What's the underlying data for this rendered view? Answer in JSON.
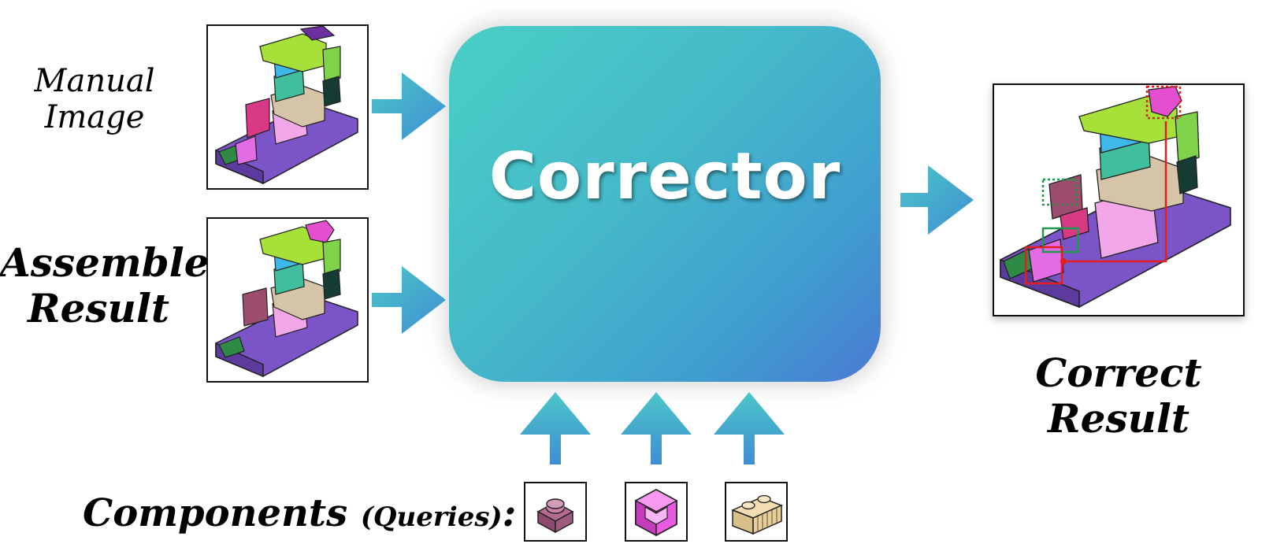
{
  "labels": {
    "manual_image": "Manual Image",
    "assemble_result": "Assemble Result",
    "correct_result": "Correct Result",
    "components": "Components",
    "queries": "(Queries)",
    "components_suffix": ":"
  },
  "corrector": {
    "label": "Corrector"
  },
  "colors": {
    "arrow_start": "#4cc6c8",
    "arrow_end": "#3f8ed3",
    "box_border": "#111111",
    "highlight_red": "#e02020",
    "highlight_green": "#1f9a4a"
  },
  "components": [
    {
      "name": "dark-pink-1x1-brick-icon"
    },
    {
      "name": "magenta-corner-brick-icon"
    },
    {
      "name": "tan-1x2-grille-brick-icon"
    }
  ]
}
